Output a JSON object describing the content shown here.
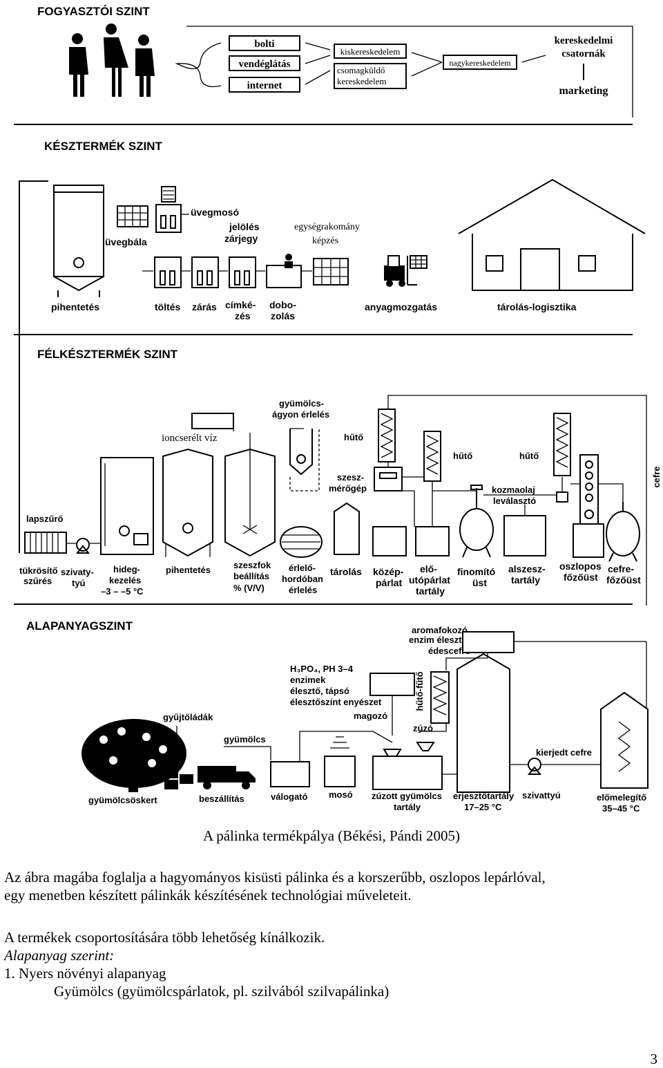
{
  "levels": {
    "consumer": "FOGYASZTÓI SZINT",
    "finished": "KÉSZTERMÉK SZINT",
    "semi": "FÉLKÉSZTERMÉK SZINT",
    "raw": "ALAPANYAGSZINT"
  },
  "consumer": {
    "channels": [
      "bolti",
      "vendéglátás",
      "internet"
    ],
    "retail": "kiskereskedelem",
    "mail_order_1": "csomagküldő",
    "mail_order_2": "kereskedelem",
    "wholesale": "nagykereskedelem",
    "trade_channels_1": "kereskedelmi",
    "trade_channels_2": "csatornák",
    "marketing": "marketing"
  },
  "finished": {
    "bottle_washer": "üvegmosó",
    "bottle_bale": "üvegbála",
    "labeling_1": "jelölés",
    "labeling_2": "zárjegy",
    "unit_load_1": "egységrakomány",
    "unit_load_2": "képzés",
    "resting": "pihentetés",
    "filling": "töltés",
    "closing": "zárás",
    "label_1": "címké-",
    "label_2": "zés",
    "boxing_1": "dobo-",
    "boxing_2": "zolás",
    "handling": "anyagmozgatás",
    "storage": "tárolás-logisztika"
  },
  "semi": {
    "fruit_bed_1": "gyümölcs-",
    "fruit_bed_2": "ágyon érlelés",
    "ion_water": "ioncserélt víz",
    "cooler_1": "hűtő",
    "cooler_2": "hűtő",
    "cooler_3": "hűtő",
    "alc_meter_1": "szesz-",
    "alc_meter_2": "mérőgép",
    "fusel_1": "kozmaolaj",
    "fusel_2": "leválasztó",
    "mash": "cefre",
    "plate_filter": "lapszűrő",
    "mirror_1": "tükrösítő",
    "mirror_2": "szűrés",
    "pump_1": "szivaty-",
    "pump_2": "tyú",
    "cold_1": "hideg-",
    "cold_2": "kezelés",
    "cold_3": "–3 – –5 °C",
    "resting": "pihentetés",
    "abv_1": "szeszfok",
    "abv_2": "beállítás",
    "abv_3": "% (V/V)",
    "barrel_1": "érlelő-",
    "barrel_2": "hordóban",
    "barrel_3": "érlelés",
    "storing": "tárolás",
    "middle_1": "közép-",
    "middle_2": "párlat",
    "heads_1": "elő-",
    "heads_2": "utópárlat",
    "heads_3": "tartály",
    "refiner_1": "finomító",
    "refiner_2": "üst",
    "low_tank_1": "alszesz-",
    "low_tank_2": "tartály",
    "column_1": "oszlopos",
    "column_2": "főzőüst",
    "mash_still_1": "cefre-",
    "mash_still_2": "főzőüst"
  },
  "raw": {
    "aroma_1": "aromafokozó",
    "aroma_2": "enzim élesztő",
    "aroma_3": "édescefre",
    "additives_1": "H₃PO₄, PH 3–4",
    "additives_2": "enzimek",
    "additives_3": "élesztő, tápsó",
    "additives_4": "élesztőszínt enyészet",
    "crates": "gyűjtőládák",
    "fruit": "gyümölcs",
    "destoner": "magozó",
    "crusher": "zúzó",
    "heat_cool": "hűtő-fűtő",
    "spent_mash": "kierjedt cefre",
    "orchard": "gyümölcsöskert",
    "delivery": "beszállítás",
    "sorter": "válogató",
    "washer": "mosó",
    "crushed_1": "zúzott gyümölcs",
    "crushed_2": "tartály",
    "ferment_1": "erjesztőtartály",
    "ferment_2": "17–25 °C",
    "pump": "szivattyú",
    "preheat_1": "előmelegítő",
    "preheat_2": "35–45 °C"
  },
  "caption": "A pálinka termékpálya (Békési, Pándi 2005)",
  "paragraph1_line1": "Az ábra magába foglalja a hagyományos kisüsti pálinka és a korszerűbb, oszlopos lepárlóval,",
  "paragraph1_line2": "egy menetben készített pálinkák készítésének technológiai műveleteit.",
  "paragraph2": "A termékek csoportosítására több lehetőség kínálkozik.",
  "subheading": "Alapanyag szerint:",
  "item1": "1. Nyers növényi alapanyag",
  "item1_sub": "Gyümölcs (gyümölcspárlatok, pl. szilvából szilvapálinka)",
  "page_number": "3"
}
